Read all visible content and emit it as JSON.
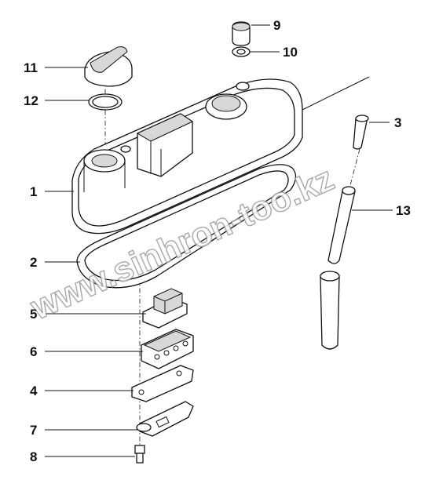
{
  "diagram": {
    "watermark": "www.sinhron-too.kz",
    "callouts": [
      {
        "id": "c9",
        "label": "9"
      },
      {
        "id": "c10",
        "label": "10"
      },
      {
        "id": "c11",
        "label": "11"
      },
      {
        "id": "c12",
        "label": "12"
      },
      {
        "id": "c3",
        "label": "3"
      },
      {
        "id": "c1",
        "label": "1"
      },
      {
        "id": "c13",
        "label": "13"
      },
      {
        "id": "c2",
        "label": "2"
      },
      {
        "id": "c5",
        "label": "5"
      },
      {
        "id": "c6",
        "label": "6"
      },
      {
        "id": "c4",
        "label": "4"
      },
      {
        "id": "c7",
        "label": "7"
      },
      {
        "id": "c8",
        "label": "8"
      }
    ]
  }
}
